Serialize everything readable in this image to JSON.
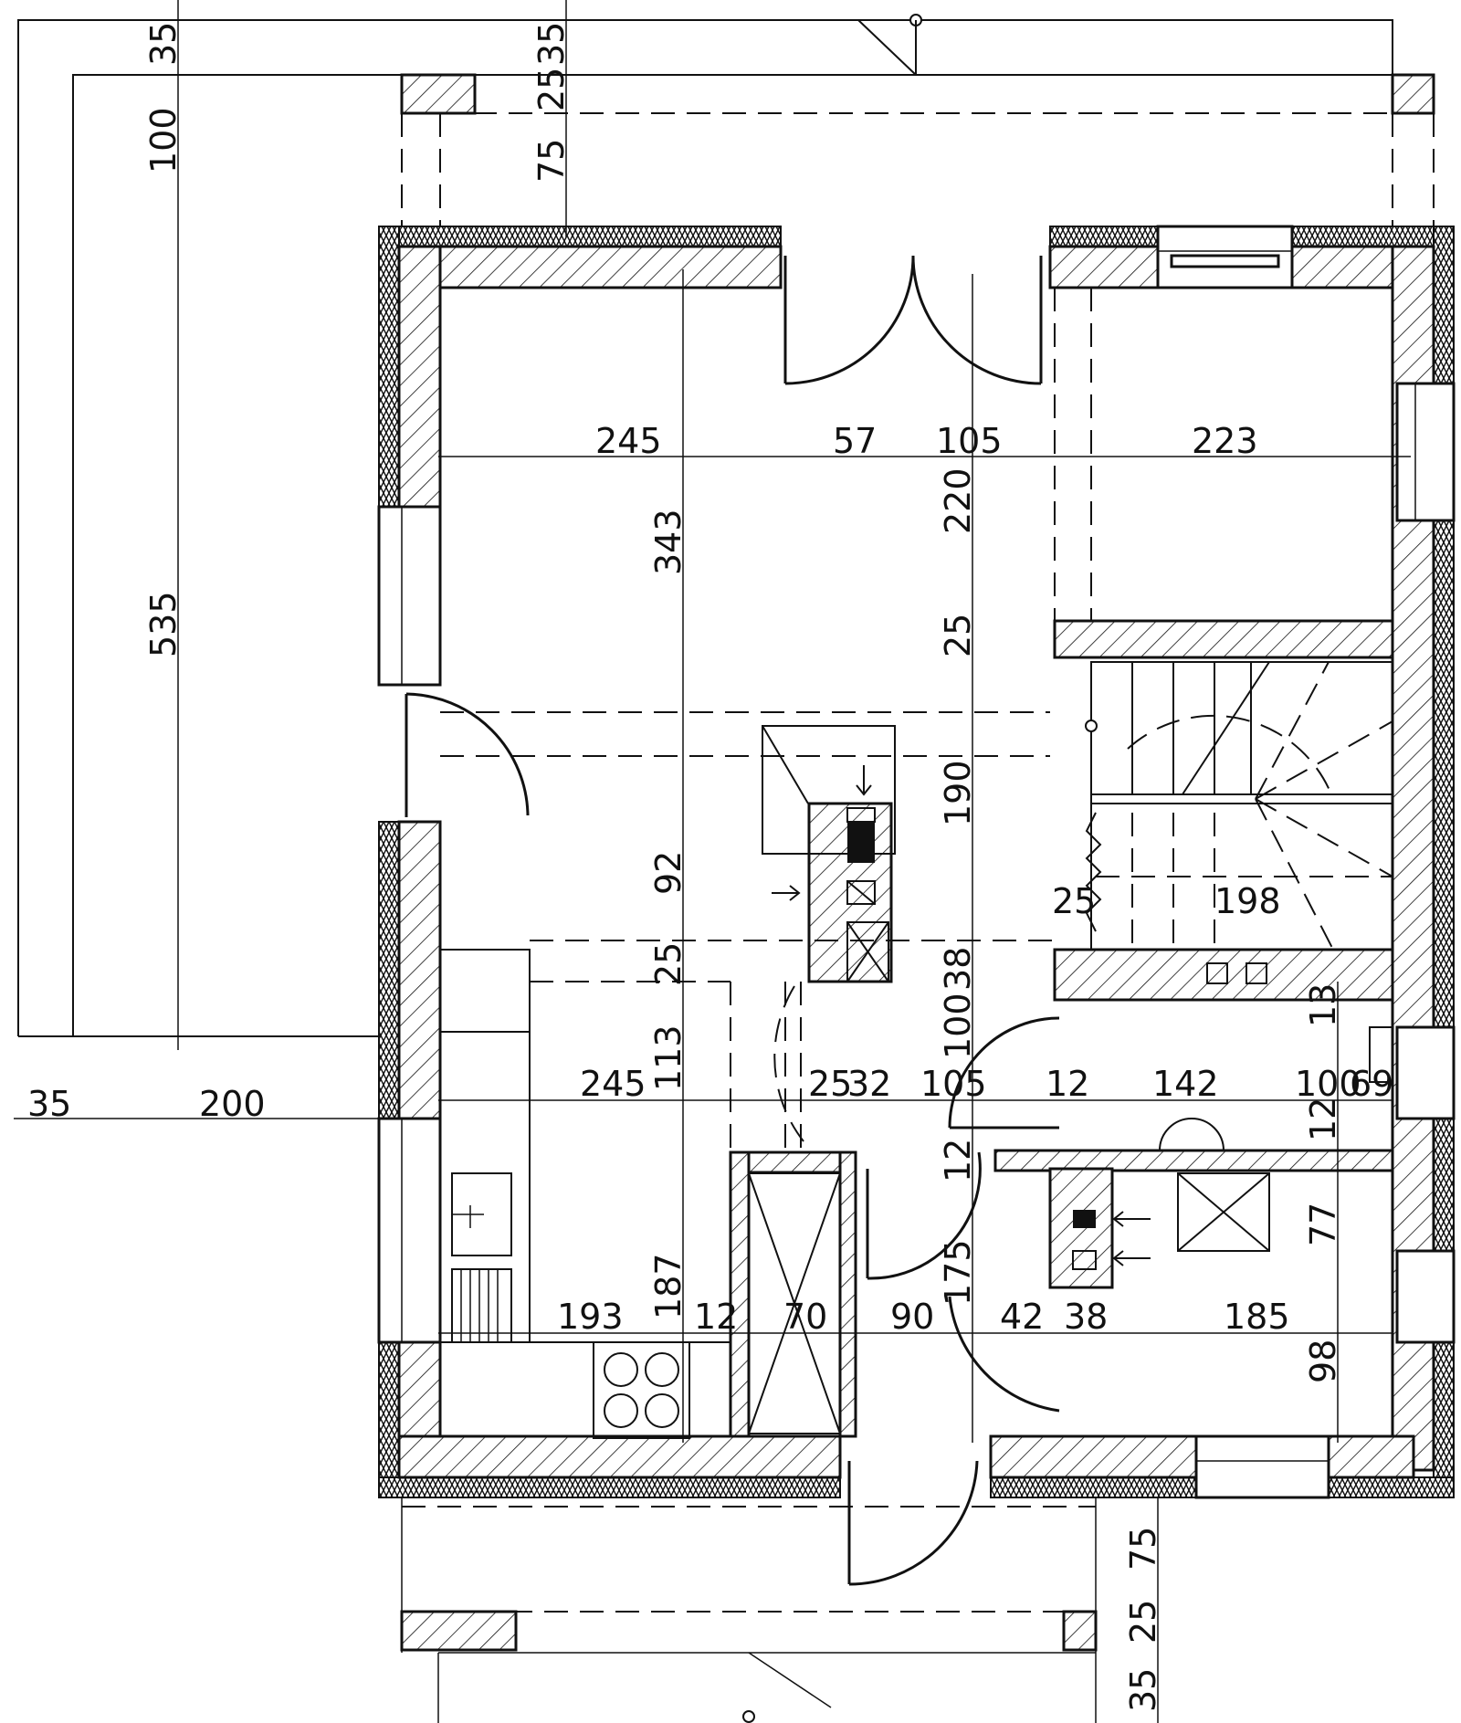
{
  "dimensions": {
    "outer_top": [
      "35",
      "35",
      "25",
      "100",
      "75"
    ],
    "outer_left": [
      "535",
      "35",
      "200"
    ],
    "row_245_57_105_223": [
      "245",
      "57",
      "105",
      "223"
    ],
    "vertical_central": [
      "343",
      "220",
      "25",
      "190",
      "92",
      "25",
      "113",
      "38",
      "100",
      "12",
      "175"
    ],
    "stair": [
      "25",
      "198"
    ],
    "row_mid": [
      "245",
      "25",
      "32",
      "105",
      "12",
      "142",
      "100",
      "69",
      "13",
      "12"
    ],
    "row_low": [
      "193",
      "187",
      "12",
      "70",
      "90",
      "42",
      "38",
      "185"
    ],
    "right_side": [
      "77",
      "98"
    ],
    "bottom": [
      "75",
      "25",
      "35"
    ]
  }
}
